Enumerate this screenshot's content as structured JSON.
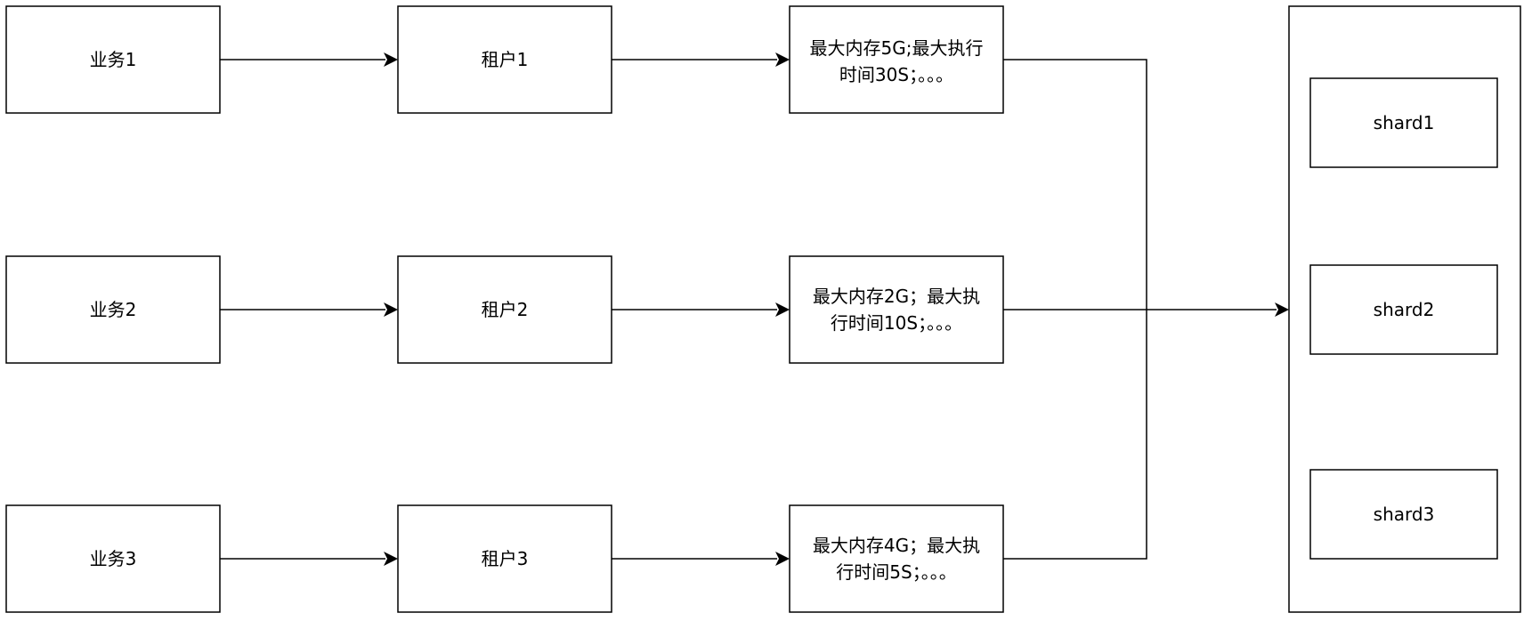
{
  "businesses": [
    {
      "label": "业务1"
    },
    {
      "label": "业务2"
    },
    {
      "label": "业务3"
    }
  ],
  "tenants": [
    {
      "label": "租户1"
    },
    {
      "label": "租户2"
    },
    {
      "label": "租户3"
    }
  ],
  "limits": [
    {
      "lines": [
        "最大内存5G;最大执行",
        "时间30S；。。。"
      ]
    },
    {
      "lines": [
        "最大内存2G；最大执",
        "行时间10S；。。。"
      ]
    },
    {
      "lines": [
        "最大内存4G；最大执",
        "行时间5S；。。。"
      ]
    }
  ],
  "cluster": {
    "shards": [
      {
        "label": "shard1"
      },
      {
        "label": "shard2"
      },
      {
        "label": "shard3"
      }
    ]
  },
  "colors": {
    "stroke": "#000000",
    "fill": "#ffffff"
  }
}
